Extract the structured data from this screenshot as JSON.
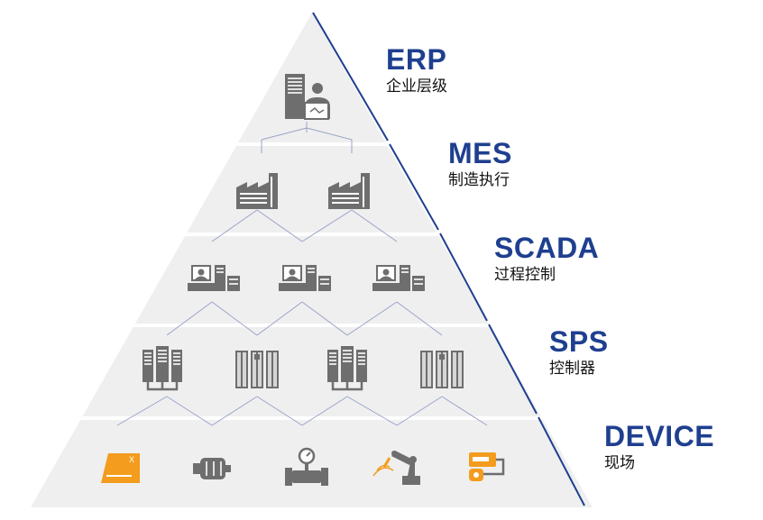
{
  "levels": [
    {
      "code": "ERP",
      "name": "企业层级"
    },
    {
      "code": "MES",
      "name": "制造执行"
    },
    {
      "code": "SCADA",
      "name": "过程控制"
    },
    {
      "code": "SPS",
      "name": "控制器"
    },
    {
      "code": "DEVICE",
      "name": "现场"
    }
  ],
  "device_tag": "X",
  "colors": {
    "tier_fill": "#efefef",
    "icon_gray": "#6e6e6e",
    "connector": "#9aa3c9",
    "edge_blue": "#1f3f8f",
    "label_blue": "#1f3f8f",
    "device_orange": "#f39c1d"
  }
}
